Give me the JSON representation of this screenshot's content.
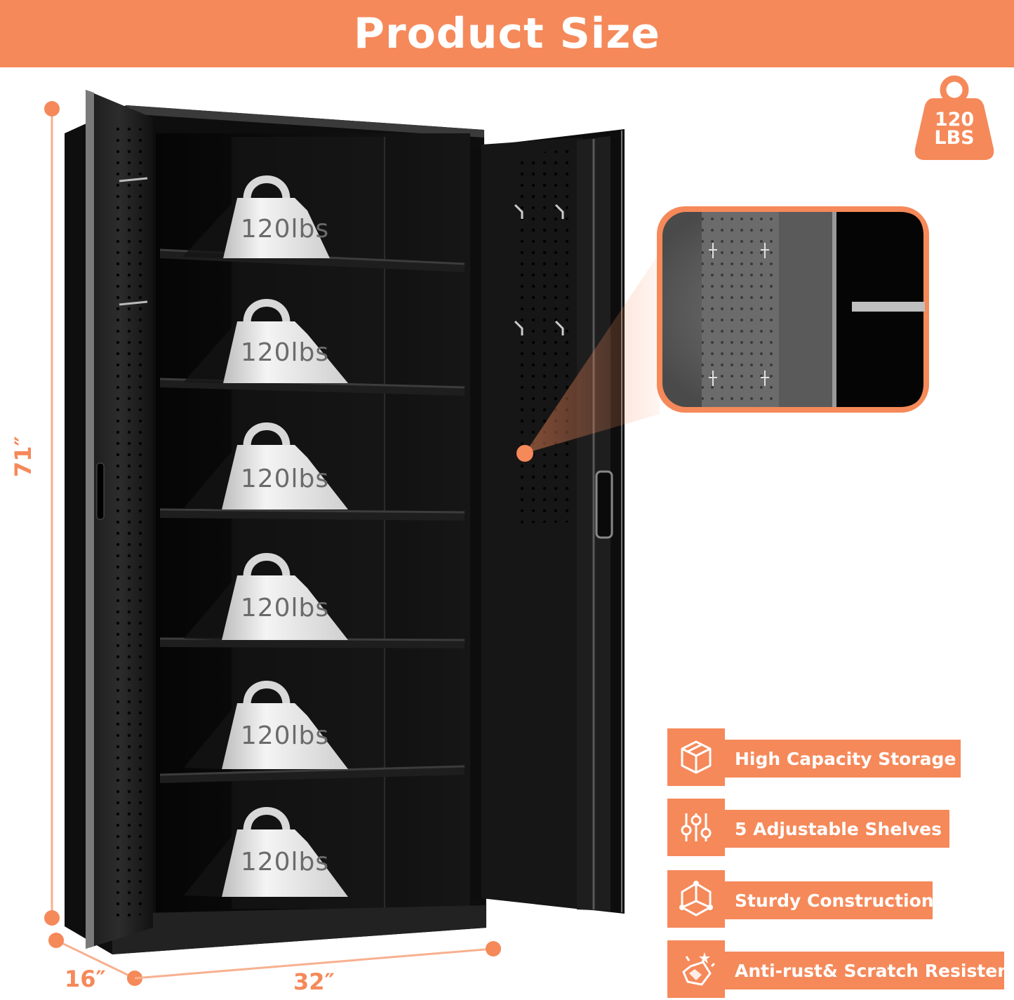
{
  "header": {
    "title": "Product Size"
  },
  "badge": {
    "line1": "120",
    "line2": "LBS"
  },
  "dimensions": {
    "height": "71″",
    "depth": "16″",
    "width": "32″"
  },
  "shelf_weights": [
    "120lbs",
    "120lbs",
    "120lbs",
    "120lbs",
    "120lbs",
    "120lbs"
  ],
  "features": [
    {
      "label": "High Capacity Storage",
      "icon": "box-icon"
    },
    {
      "label": "5 Adjustable Shelves",
      "icon": "sliders-icon"
    },
    {
      "label": "Sturdy Construction",
      "icon": "structure-icon"
    },
    {
      "label": "Anti-rust& Scratch Resistent",
      "icon": "shield-star-icon"
    }
  ],
  "colors": {
    "accent": "#f5895a",
    "cabinet": "#111111",
    "weight": "#e9e9e9"
  }
}
